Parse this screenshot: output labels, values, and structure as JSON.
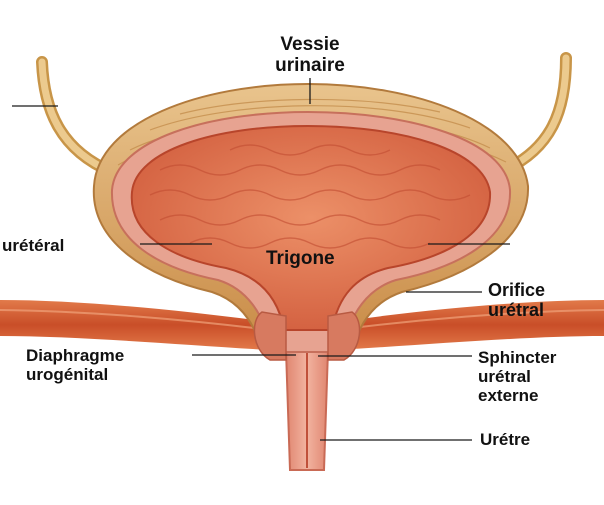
{
  "diagram": {
    "labels": {
      "vessie": [
        "Vessie",
        "urinaire"
      ],
      "ureteral": [
        "urétéral"
      ],
      "trigone": [
        "Trigone"
      ],
      "orifice": [
        "Orifice",
        "urétral"
      ],
      "diaphragme": [
        "Diaphragme",
        "urogénital"
      ],
      "sphincter": [
        "Sphincter",
        "urétral",
        "externe"
      ],
      "uretre": [
        "Urétre"
      ]
    },
    "colors": {
      "background": "#ffffff",
      "muscle_outer": "#d9a35e",
      "muscle_band": "#e0b277",
      "wall_pink": "#e29a86",
      "lining": "#d96a4e",
      "cavity": "#e07a55",
      "floor_muscle": "#cf5a30",
      "ureter": "#e8c184",
      "leader_line": "#1a1a1a"
    }
  }
}
